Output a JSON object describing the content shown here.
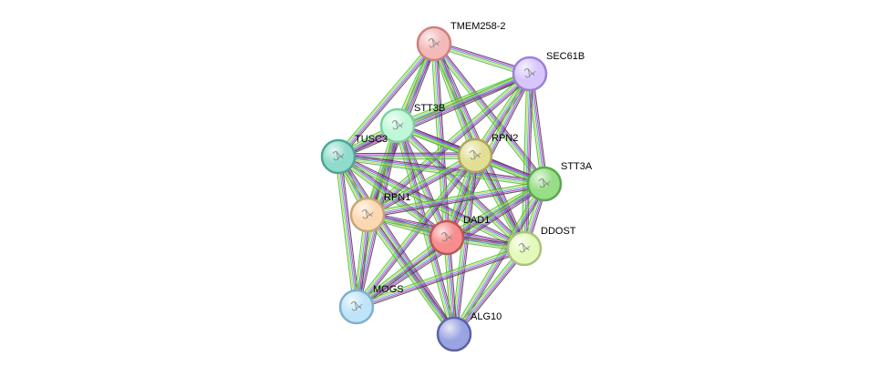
{
  "network": {
    "edge_colors": [
      "#3f3f3f",
      "#d21ed2",
      "#2cb1e0",
      "#c8d42a",
      "#40c040"
    ],
    "nodes": [
      {
        "id": "TMEM258-2",
        "label": "TMEM258-2",
        "color": "#f4b9b9",
        "stroke": "#cf7f7f",
        "icon": "protein-structure-icon"
      },
      {
        "id": "SEC61B",
        "label": "SEC61B",
        "color": "#d7c6fb",
        "stroke": "#9b80d6",
        "icon": "protein-structure-icon"
      },
      {
        "id": "STT3B",
        "label": "STT3B",
        "color": "#bff7d9",
        "stroke": "#7fcf9f",
        "icon": "protein-structure-icon"
      },
      {
        "id": "TUSC3",
        "label": "TUSC3",
        "color": "#8fdccd",
        "stroke": "#4fa595",
        "icon": "protein-structure-icon"
      },
      {
        "id": "RPN2",
        "label": "RPN2",
        "color": "#e2de94",
        "stroke": "#aca65a",
        "icon": "protein-structure-icon"
      },
      {
        "id": "STT3A",
        "label": "STT3A",
        "color": "#98dd88",
        "stroke": "#5aa84c",
        "icon": "protein-structure-icon"
      },
      {
        "id": "RPN1",
        "label": "RPN1",
        "color": "#fbd8b0",
        "stroke": "#c9a478",
        "icon": "protein-structure-icon"
      },
      {
        "id": "DAD1",
        "label": "DAD1",
        "color": "#f78d8d",
        "stroke": "#c05454",
        "icon": "protein-structure-icon"
      },
      {
        "id": "DDOST",
        "label": "DDOST",
        "color": "#e4f9b9",
        "stroke": "#a9c27d",
        "icon": "protein-structure-icon"
      },
      {
        "id": "MOGS",
        "label": "MOGS",
        "color": "#bfe4f8",
        "stroke": "#7fb0cf",
        "icon": "protein-structure-icon"
      },
      {
        "id": "ALG10",
        "label": "ALG10",
        "color": "#9ba4e2",
        "stroke": "#5a63a8",
        "icon": "none"
      }
    ],
    "edges": [
      [
        "TMEM258-2",
        "SEC61B"
      ],
      [
        "TMEM258-2",
        "STT3B"
      ],
      [
        "TMEM258-2",
        "TUSC3"
      ],
      [
        "TMEM258-2",
        "RPN2"
      ],
      [
        "TMEM258-2",
        "STT3A"
      ],
      [
        "TMEM258-2",
        "RPN1"
      ],
      [
        "TMEM258-2",
        "DAD1"
      ],
      [
        "TMEM258-2",
        "DDOST"
      ],
      [
        "SEC61B",
        "STT3B"
      ],
      [
        "SEC61B",
        "TUSC3"
      ],
      [
        "SEC61B",
        "RPN2"
      ],
      [
        "SEC61B",
        "STT3A"
      ],
      [
        "SEC61B",
        "RPN1"
      ],
      [
        "SEC61B",
        "DAD1"
      ],
      [
        "SEC61B",
        "DDOST"
      ],
      [
        "STT3B",
        "TUSC3"
      ],
      [
        "STT3B",
        "RPN2"
      ],
      [
        "STT3B",
        "STT3A"
      ],
      [
        "STT3B",
        "RPN1"
      ],
      [
        "STT3B",
        "DAD1"
      ],
      [
        "STT3B",
        "DDOST"
      ],
      [
        "STT3B",
        "MOGS"
      ],
      [
        "STT3B",
        "ALG10"
      ],
      [
        "TUSC3",
        "RPN2"
      ],
      [
        "TUSC3",
        "STT3A"
      ],
      [
        "TUSC3",
        "RPN1"
      ],
      [
        "TUSC3",
        "DAD1"
      ],
      [
        "TUSC3",
        "DDOST"
      ],
      [
        "TUSC3",
        "MOGS"
      ],
      [
        "TUSC3",
        "ALG10"
      ],
      [
        "RPN2",
        "STT3A"
      ],
      [
        "RPN2",
        "RPN1"
      ],
      [
        "RPN2",
        "DAD1"
      ],
      [
        "RPN2",
        "DDOST"
      ],
      [
        "RPN2",
        "MOGS"
      ],
      [
        "RPN2",
        "ALG10"
      ],
      [
        "STT3A",
        "RPN1"
      ],
      [
        "STT3A",
        "DAD1"
      ],
      [
        "STT3A",
        "DDOST"
      ],
      [
        "STT3A",
        "MOGS"
      ],
      [
        "STT3A",
        "ALG10"
      ],
      [
        "RPN1",
        "DAD1"
      ],
      [
        "RPN1",
        "DDOST"
      ],
      [
        "RPN1",
        "MOGS"
      ],
      [
        "RPN1",
        "ALG10"
      ],
      [
        "DAD1",
        "DDOST"
      ],
      [
        "DAD1",
        "MOGS"
      ],
      [
        "DAD1",
        "ALG10"
      ],
      [
        "DDOST",
        "MOGS"
      ],
      [
        "DDOST",
        "ALG10"
      ]
    ]
  }
}
